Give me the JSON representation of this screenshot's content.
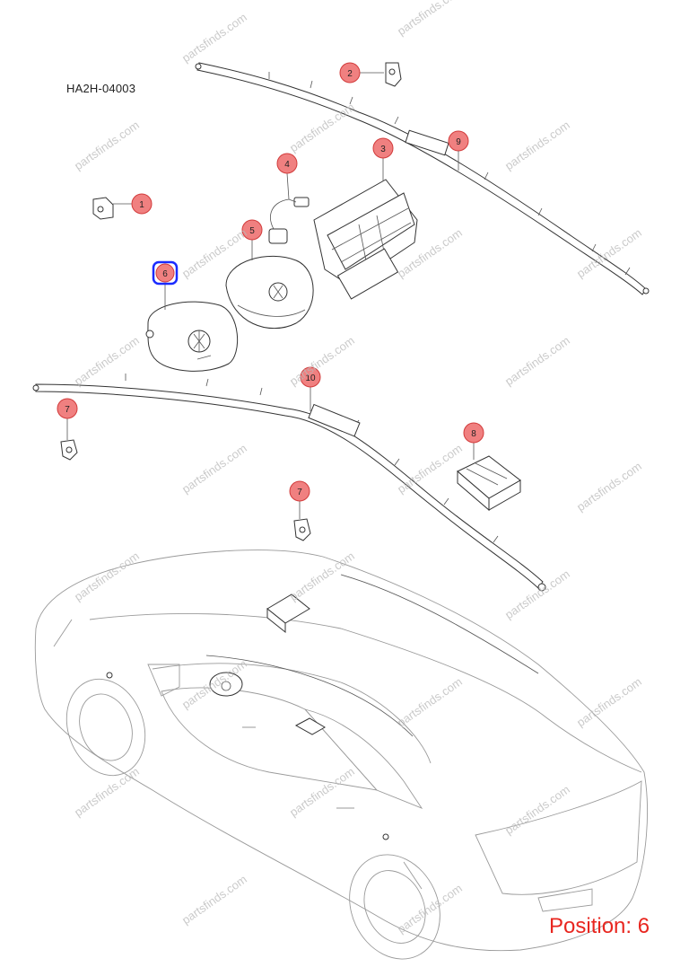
{
  "diagram": {
    "code": "HA2H-04003",
    "position_label": "Position: 6",
    "watermark": "partsfinds.com",
    "callouts": [
      {
        "id": "callout-1",
        "label": "1",
        "selected": false
      },
      {
        "id": "callout-2",
        "label": "2",
        "selected": false
      },
      {
        "id": "callout-3",
        "label": "3",
        "selected": false
      },
      {
        "id": "callout-4",
        "label": "4",
        "selected": false
      },
      {
        "id": "callout-5",
        "label": "5",
        "selected": false
      },
      {
        "id": "callout-6",
        "label": "6",
        "selected": true
      },
      {
        "id": "callout-7a",
        "label": "7",
        "selected": false
      },
      {
        "id": "callout-7b",
        "label": "7",
        "selected": false
      },
      {
        "id": "callout-8",
        "label": "8",
        "selected": false
      },
      {
        "id": "callout-9",
        "label": "9",
        "selected": false
      },
      {
        "id": "callout-10",
        "label": "10",
        "selected": false
      }
    ]
  },
  "colors": {
    "callout_fill": "#f08080",
    "callout_stroke": "#d23b3b",
    "selected_stroke": "#1a2bff",
    "position_text": "#e8261f",
    "watermark": "#b9b9b9"
  }
}
